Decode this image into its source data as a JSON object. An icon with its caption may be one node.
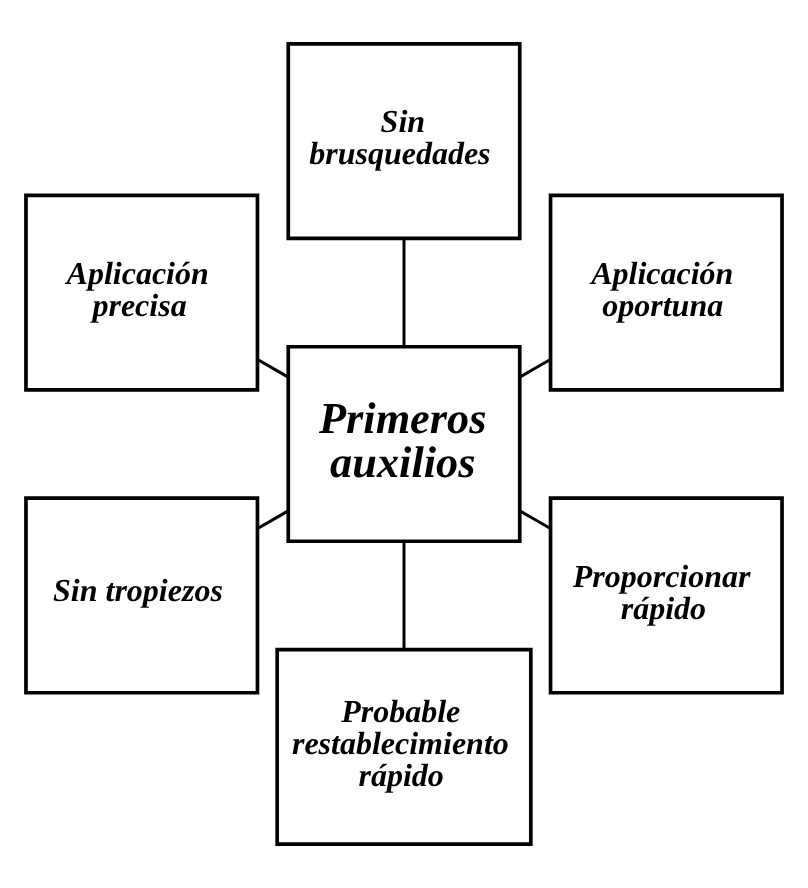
{
  "diagram": {
    "nodes": [
      {
        "text": [
          "Aplicación oportuna"
        ]
      },
      {
        "text": [
          "Sin brusquedades"
        ]
      },
      {
        "text": [
          "Aplicación precisa"
        ]
      },
      {
        "text": [
          "Primeros auxilios"
        ]
      },
      {
        "text": [
          "Sin tropiezos"
        ]
      },
      {
        "text": [
          "Probable restablecimiento rápido"
        ]
      },
      {
        "text": [
          "Proporcionar rápido"
        ]
      }
    ],
    "edges": [
      {
        "from": 3,
        "to": 0,
        "arrow": "none"
      },
      {
        "from": 3,
        "to": 2,
        "arrow": "none"
      },
      {
        "from": 3,
        "to": 5,
        "arrow": "none"
      },
      {
        "from": 3,
        "to": 6,
        "arrow": "none"
      },
      {
        "from": 3,
        "to": 4,
        "arrow": "none"
      },
      {
        "from": 3,
        "to": 1,
        "arrow": "none"
      }
    ]
  }
}
